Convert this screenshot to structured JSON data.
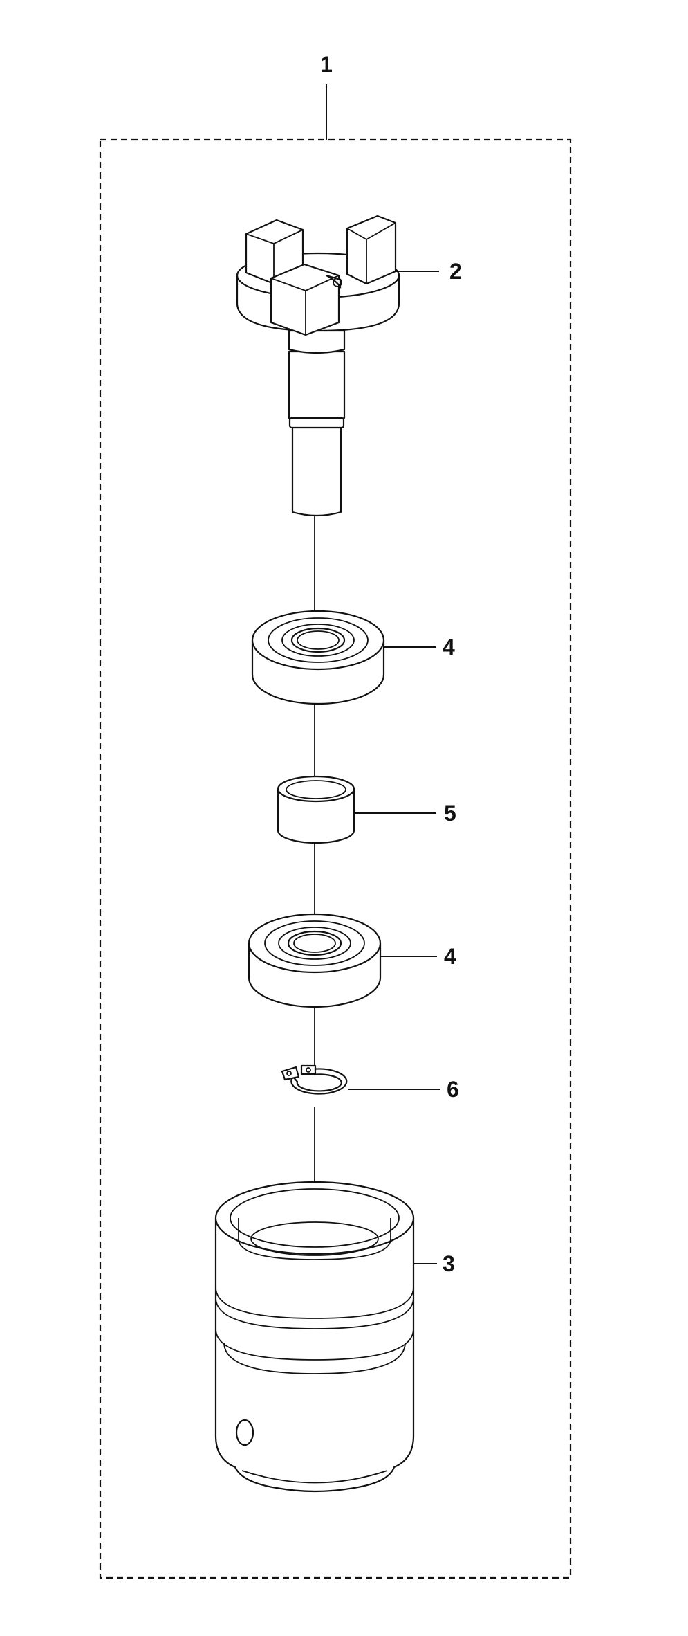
{
  "callouts": {
    "assembly": "1",
    "drive_dog": "2",
    "housing": "3",
    "bearing_upper": "4",
    "spacer": "5",
    "bearing_lower": "4",
    "snap_ring": "6"
  },
  "colors": {
    "line": "#111111",
    "background": "#ffffff",
    "fill_light": "#f4f4f4"
  }
}
